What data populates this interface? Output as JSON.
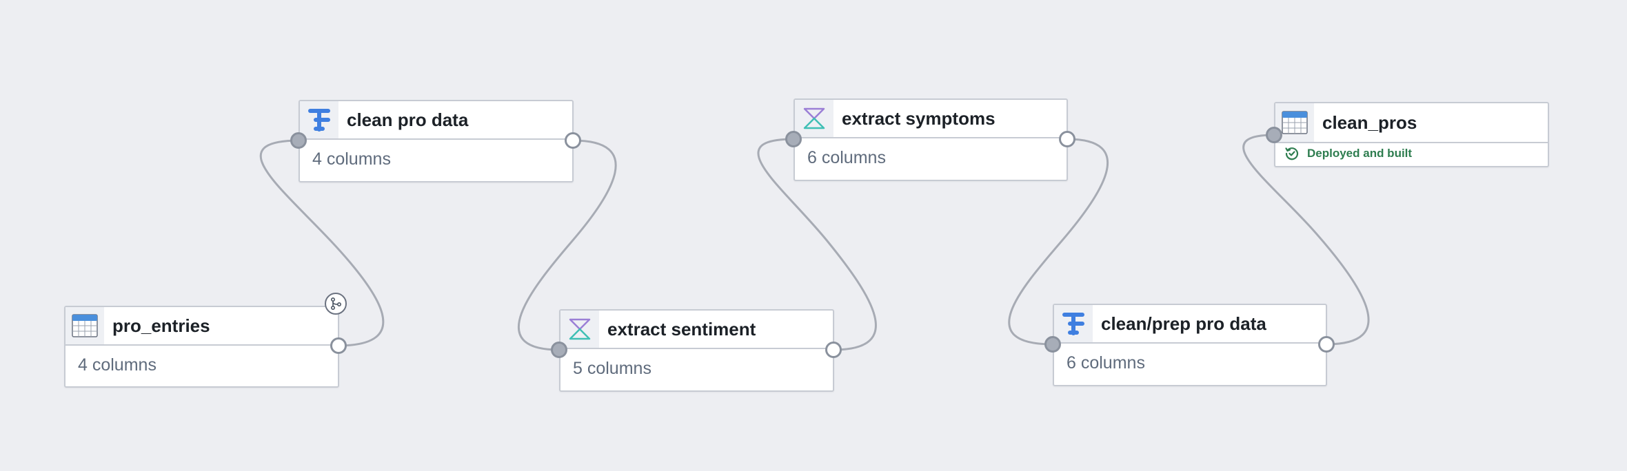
{
  "canvas": {
    "background": "#edeef2",
    "edge_color": "#a7abb4"
  },
  "nodes": [
    {
      "id": "pro_entries",
      "type": "dataset",
      "icon": "table-icon",
      "title": "pro_entries",
      "subtitle": "4 columns"
    },
    {
      "id": "clean_pro_data",
      "type": "transform",
      "icon": "transform-icon",
      "title": "clean pro data",
      "subtitle": "4 columns"
    },
    {
      "id": "extract_sentiment",
      "type": "llm",
      "icon": "llm-icon",
      "title": "extract sentiment",
      "subtitle": "5 columns"
    },
    {
      "id": "extract_symptoms",
      "type": "llm",
      "icon": "llm-icon",
      "title": "extract symptoms",
      "subtitle": "6 columns"
    },
    {
      "id": "clean_prep_pro_data",
      "type": "transform",
      "icon": "transform-icon",
      "title": "clean/prep pro data",
      "subtitle": "6 columns"
    },
    {
      "id": "clean_pros",
      "type": "dataset-output",
      "icon": "table-icon",
      "title": "clean_pros",
      "status": "Deployed and built",
      "status_icon": "check-cycle-icon",
      "status_color": "#2e7d4f"
    }
  ],
  "edges": [
    {
      "from": "pro_entries",
      "to": "clean_pro_data"
    },
    {
      "from": "clean_pro_data",
      "to": "extract_sentiment"
    },
    {
      "from": "extract_sentiment",
      "to": "extract_symptoms"
    },
    {
      "from": "extract_symptoms",
      "to": "clean_prep_pro_data"
    },
    {
      "from": "clean_prep_pro_data",
      "to": "clean_pros"
    }
  ],
  "badges": [
    {
      "node": "pro_entries",
      "icon": "branch-icon"
    }
  ],
  "colors": {
    "table_header_blue": "#4a8fdc",
    "transform_blue": "#3f7fe0",
    "llm_purple": "#9b7fd6",
    "llm_teal": "#3fbfb5",
    "status_green": "#2e7d4f"
  }
}
